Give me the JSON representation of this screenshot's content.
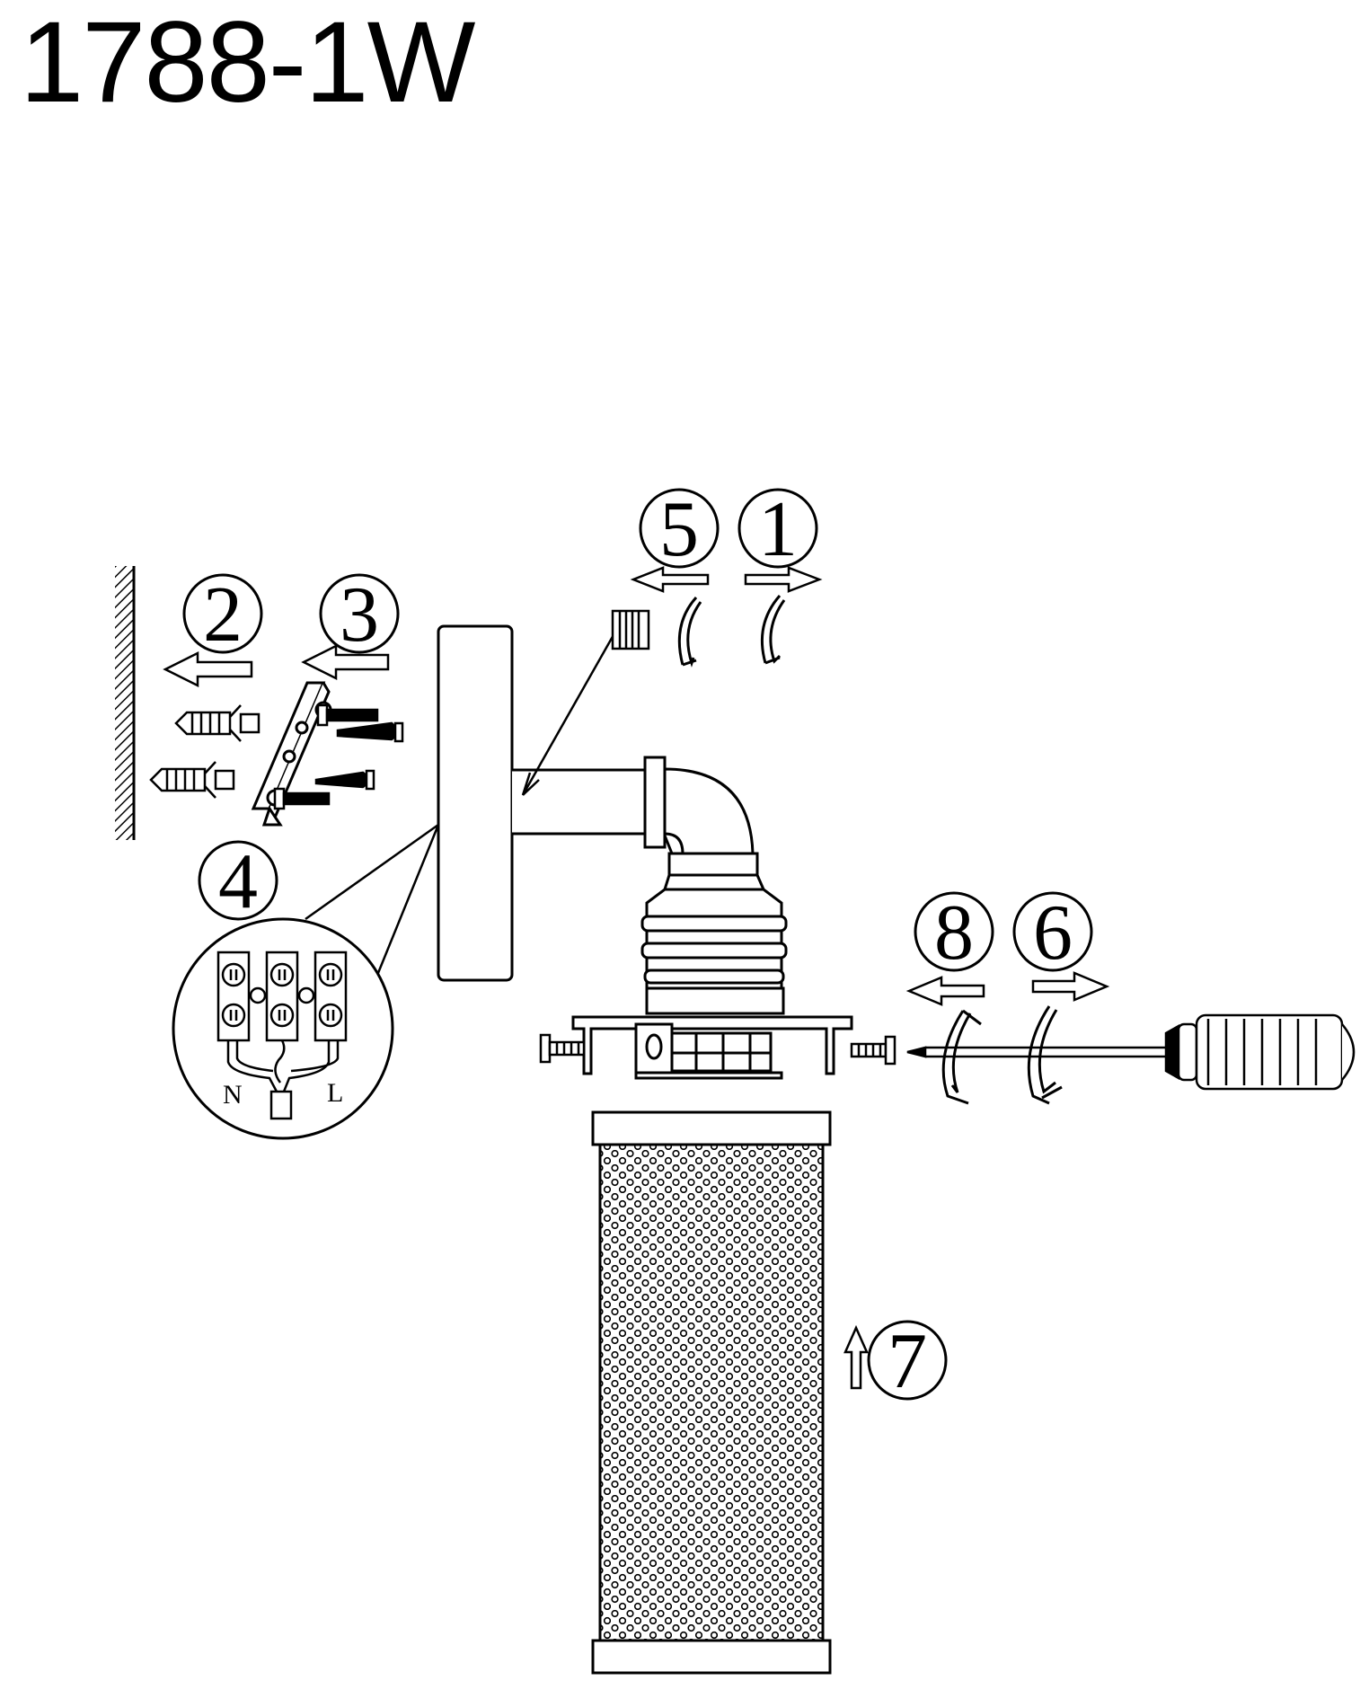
{
  "title": "1788-1W",
  "steps": {
    "s1": "1",
    "s2": "2",
    "s3": "3",
    "s4": "4",
    "s5": "5",
    "s6": "6",
    "s7": "7",
    "s8": "8"
  },
  "wiring": {
    "neutral": "N",
    "live": "L"
  },
  "icons": [
    "wall-icon",
    "arrow-icon",
    "rotate-icon",
    "screwdriver-icon",
    "wall-plug-icon",
    "screw-icon"
  ],
  "colors": {
    "line": "#000000",
    "background": "#ffffff"
  }
}
